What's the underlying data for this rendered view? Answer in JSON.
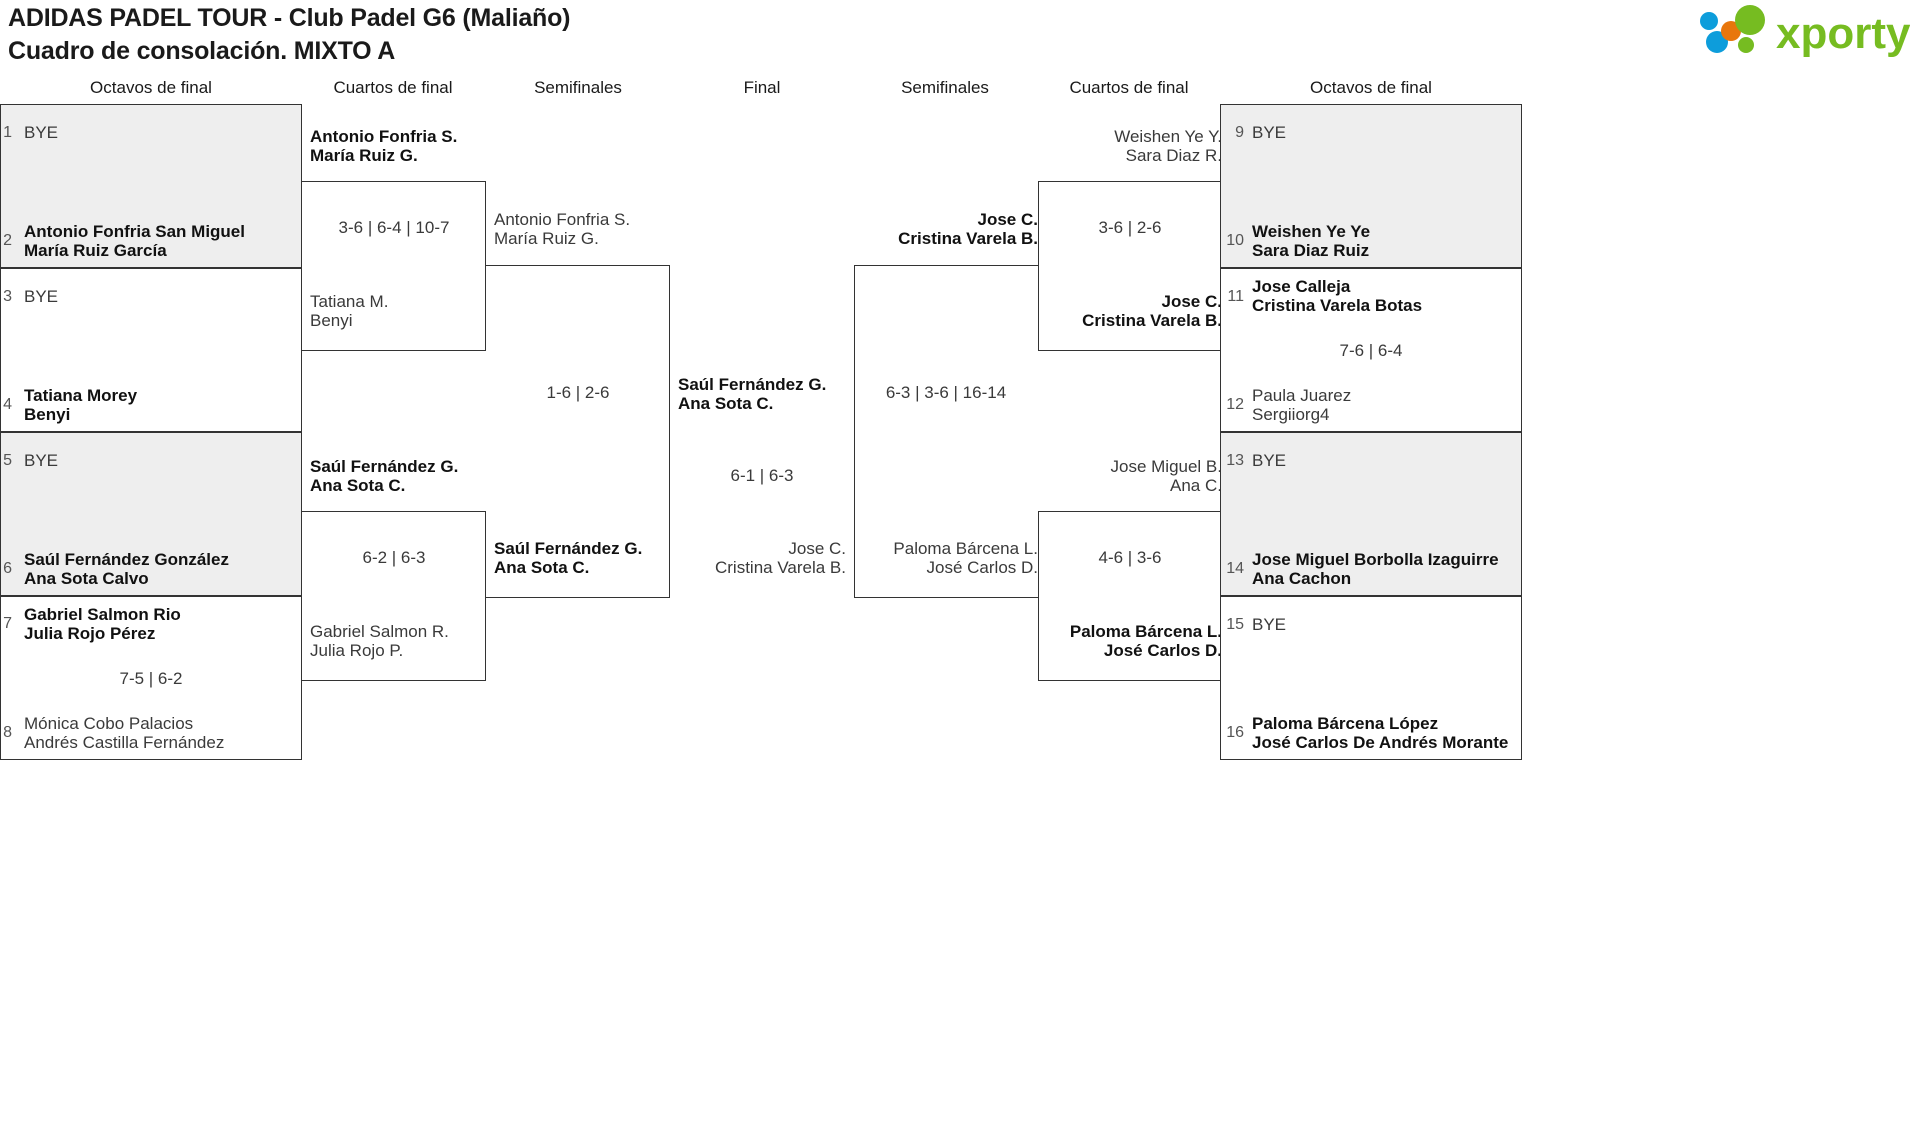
{
  "header": {
    "title_line1": "ADIDAS PADEL TOUR - Club Padel G6 (Maliaño)",
    "title_line2": "Cuadro de consolación. MIXTO A",
    "logo_text": "xporty",
    "logo_colors": {
      "green": "#76bc21",
      "blue": "#0d9ddb",
      "orange": "#e8760c"
    }
  },
  "round_headings": {
    "left_r16": "Octavos de final",
    "left_qf": "Cuartos de final",
    "left_sf": "Semifinales",
    "final": "Final",
    "right_sf": "Semifinales",
    "right_qf": "Cuartos de final",
    "right_r16": "Octavos de final"
  },
  "left_r16": [
    {
      "seed": "1",
      "bye": "BYE",
      "line1": "",
      "line2": "",
      "winner": false
    },
    {
      "seed": "2",
      "bye": "",
      "line1": "Antonio Fonfria San Miguel",
      "line2": "María Ruiz García",
      "winner": true
    },
    {
      "seed": "3",
      "bye": "BYE",
      "line1": "",
      "line2": "",
      "winner": false
    },
    {
      "seed": "4",
      "bye": "",
      "line1": "Tatiana Morey",
      "line2": "Benyi",
      "winner": true
    },
    {
      "seed": "5",
      "bye": "BYE",
      "line1": "",
      "line2": "",
      "winner": false
    },
    {
      "seed": "6",
      "bye": "",
      "line1": "Saúl Fernández González",
      "line2": "Ana Sota Calvo",
      "winner": true
    },
    {
      "seed": "7",
      "bye": "",
      "line1": "Gabriel Salmon Rio",
      "line2": "Julia Rojo Pérez",
      "winner": true
    },
    {
      "seed": "8",
      "bye": "",
      "line1": "Mónica Cobo Palacios",
      "line2": "Andrés Castilla Fernández",
      "winner": false
    }
  ],
  "left_r16_scores": {
    "m4": "7-5 | 6-2"
  },
  "left_qf": [
    {
      "line1": "Antonio Fonfria S.",
      "line2": "María Ruiz G.",
      "winner": true
    },
    {
      "line1": "Tatiana M.",
      "line2": "Benyi",
      "winner": false
    },
    {
      "line1": "Saúl Fernández G.",
      "line2": "Ana Sota C.",
      "winner": true
    },
    {
      "line1": "Gabriel Salmon R.",
      "line2": "Julia Rojo P.",
      "winner": false
    }
  ],
  "left_qf_scores": {
    "m1": "3-6 | 6-4 | 10-7",
    "m2": "6-2 | 6-3"
  },
  "left_sf": [
    {
      "line1": "Antonio Fonfria S.",
      "line2": "María Ruiz G.",
      "winner": false
    },
    {
      "line1": "Saúl Fernández G.",
      "line2": "Ana Sota C.",
      "winner": true
    }
  ],
  "left_sf_scores": {
    "m1": "1-6 | 2-6"
  },
  "final": {
    "left_side": {
      "line1": "Saúl Fernández G.",
      "line2": "Ana Sota C.",
      "winner": true
    },
    "right_side": {
      "line1": "Jose C.",
      "line2": "Cristina Varela B.",
      "winner": false
    },
    "score": "6-1 | 6-3"
  },
  "right_sf": [
    {
      "line1": "Jose C.",
      "line2": "Cristina Varela B.",
      "winner": true
    },
    {
      "line1": "Paloma Bárcena L.",
      "line2": "José Carlos D.",
      "winner": false
    }
  ],
  "right_sf_scores": {
    "m1": "6-3 | 3-6 | 16-14"
  },
  "right_qf": [
    {
      "line1": "Weishen Ye Y.",
      "line2": "Sara Diaz R.",
      "winner": false
    },
    {
      "line1": "Jose C.",
      "line2": "Cristina Varela B.",
      "winner": true
    },
    {
      "line1": "Jose Miguel B.",
      "line2": "Ana C.",
      "winner": false
    },
    {
      "line1": "Paloma Bárcena L.",
      "line2": "José Carlos D.",
      "winner": true
    }
  ],
  "right_qf_scores": {
    "m1": "3-6 | 2-6",
    "m2": "4-6 | 3-6"
  },
  "right_r16": [
    {
      "seed": "9",
      "bye": "BYE",
      "line1": "",
      "line2": "",
      "winner": false
    },
    {
      "seed": "10",
      "bye": "",
      "line1": "Weishen Ye Ye",
      "line2": "Sara Diaz Ruiz",
      "winner": true
    },
    {
      "seed": "11",
      "bye": "",
      "line1": "Jose Calleja",
      "line2": "Cristina Varela Botas",
      "winner": true
    },
    {
      "seed": "12",
      "bye": "",
      "line1": "Paula Juarez",
      "line2": "Sergiiorg4",
      "winner": false
    },
    {
      "seed": "13",
      "bye": "BYE",
      "line1": "",
      "line2": "",
      "winner": false
    },
    {
      "seed": "14",
      "bye": "",
      "line1": "Jose Miguel Borbolla Izaguirre",
      "line2": "Ana Cachon",
      "winner": true
    },
    {
      "seed": "15",
      "bye": "BYE",
      "line1": "",
      "line2": "",
      "winner": false
    },
    {
      "seed": "16",
      "bye": "",
      "line1": "Paloma Bárcena López",
      "line2": "José Carlos De Andrés Morante",
      "winner": true
    }
  ],
  "right_r16_scores": {
    "m2": "7-6 | 6-4"
  }
}
